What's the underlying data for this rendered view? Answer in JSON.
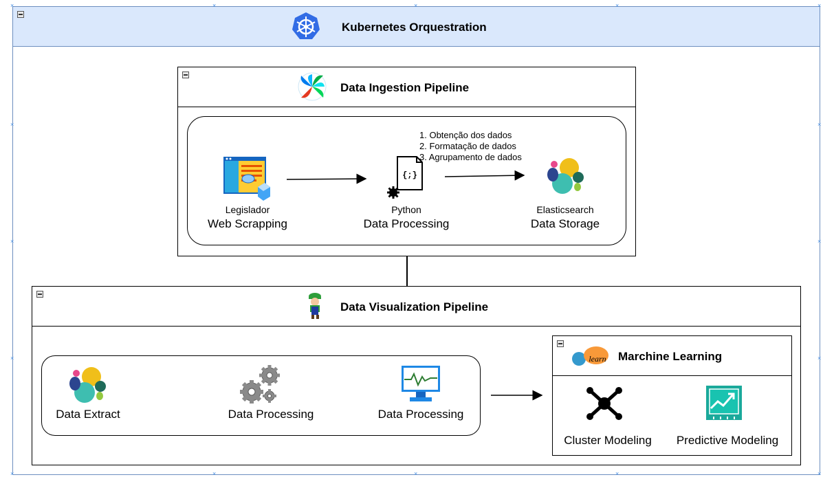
{
  "kubernetes": {
    "title": "Kubernetes Orquestration"
  },
  "ingestion": {
    "title": "Data Ingestion Pipeline",
    "steps_note": [
      "1. Obtenção dos dados",
      "2. Formatação de dados",
      "3. Agrupamento de dados"
    ],
    "nodes": [
      {
        "caption": "Legislador",
        "label": "Web Scrapping"
      },
      {
        "caption": "Python",
        "label": "Data Processing"
      },
      {
        "caption": "Elasticsearch",
        "label": "Data Storage"
      }
    ]
  },
  "visualization": {
    "title": "Data Visualization Pipeline",
    "nodes": [
      {
        "label": "Data Extract"
      },
      {
        "label": "Data Processing"
      },
      {
        "label": "Data Processing"
      }
    ]
  },
  "ml": {
    "title": "Marchine Learning",
    "logo_text": "learn",
    "nodes": [
      {
        "label": "Cluster Modeling"
      },
      {
        "label": "Predictive Modeling"
      }
    ]
  },
  "colors": {
    "header_blue": "#dae8fc",
    "border_blue": "#6c8ebf",
    "kubernetes_blue": "#326ce5",
    "elastic_yellow": "#f0bf1a",
    "elastic_teal": "#3ebeb0",
    "elastic_pink": "#e8478b",
    "elastic_navy": "#2c458f",
    "elastic_green": "#1f6b5a",
    "monitor_blue": "#1e88e5",
    "chart_teal": "#1aa99b"
  }
}
